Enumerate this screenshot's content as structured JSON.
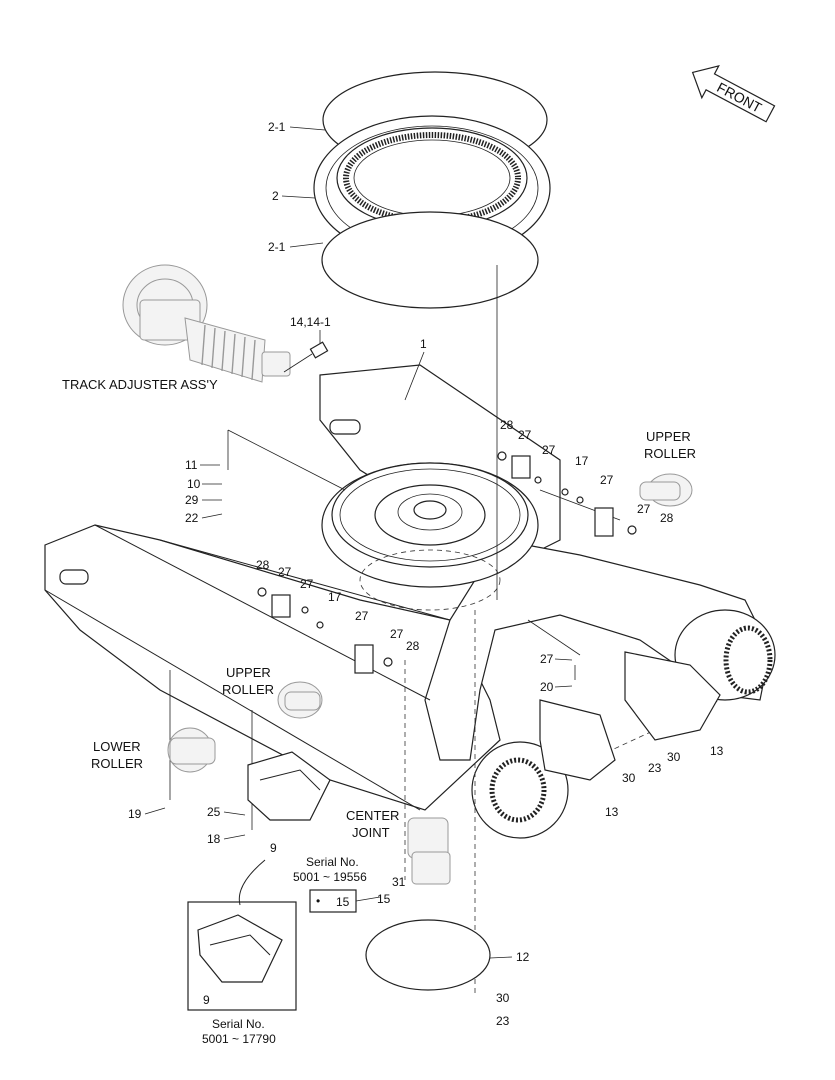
{
  "callouts": {
    "seal_top": "2-1",
    "swing_bearing": "2",
    "seal_bottom": "2-1",
    "grease_nipple": "14,14-1",
    "frame": "1",
    "plate_11": "11",
    "shim_10": "10",
    "washer_29": "29",
    "bolt_22": "22",
    "r28a": "28",
    "r27a": "27",
    "r27b": "27",
    "r17a": "17",
    "r27c": "27",
    "r27d": "27",
    "r28b": "28",
    "l28a": "28",
    "l27a": "27",
    "l27b": "27",
    "l17": "17",
    "l27c": "27",
    "l27d": "27",
    "l28b": "28",
    "b27": "27",
    "b20": "20",
    "c13a": "13",
    "c30a": "30",
    "c23a": "23",
    "c30b": "30",
    "c13b": "13",
    "c19": "19",
    "c25": "25",
    "c18": "18",
    "c9": "9",
    "c9_inset": "9",
    "c31": "31",
    "c15a": "15",
    "c15b": "15",
    "c12": "12",
    "c30c": "30",
    "c23b": "23"
  },
  "labels": {
    "track_adjuster": "TRACK ADJUSTER ASS'Y",
    "upper_roller_right_1": "UPPER",
    "upper_roller_right_2": "ROLLER",
    "upper_roller_left_1": "UPPER",
    "upper_roller_left_2": "ROLLER",
    "lower_roller_1": "LOWER",
    "lower_roller_2": "ROLLER",
    "center_joint_1": "CENTER",
    "center_joint_2": "JOINT",
    "front": "FRONT",
    "serial_label_a": "Serial No.",
    "serial_range_a": "5001 ~ 19556",
    "serial_label_b": "Serial No.",
    "serial_range_b": "5001 ~ 17790"
  }
}
